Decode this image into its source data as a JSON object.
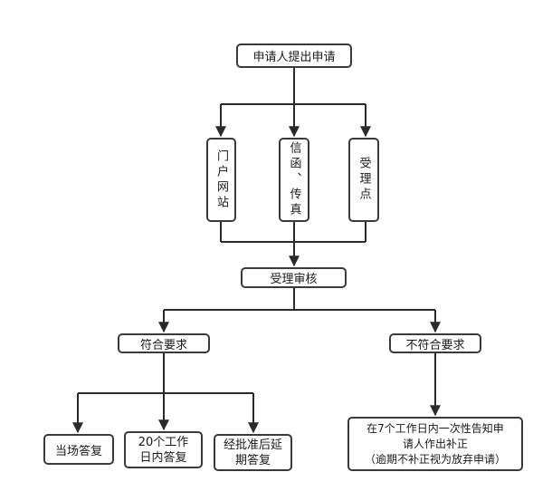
{
  "nodes": {
    "apply": "申请人提出申请",
    "portal": "门户网站",
    "letter": "信函、传真",
    "office": "受理点",
    "review": "受理审核",
    "meets": "符合要求",
    "not_meets": "不符合要求",
    "onsite": "当场答复",
    "days20": [
      "20个工作",
      "日内答复"
    ],
    "extend": [
      "经批准后延",
      "期答复"
    ],
    "notify": [
      "在7个工作日内一次性告知申",
      "请人作出补正",
      "（逾期不补正视为放弃申请）"
    ]
  }
}
